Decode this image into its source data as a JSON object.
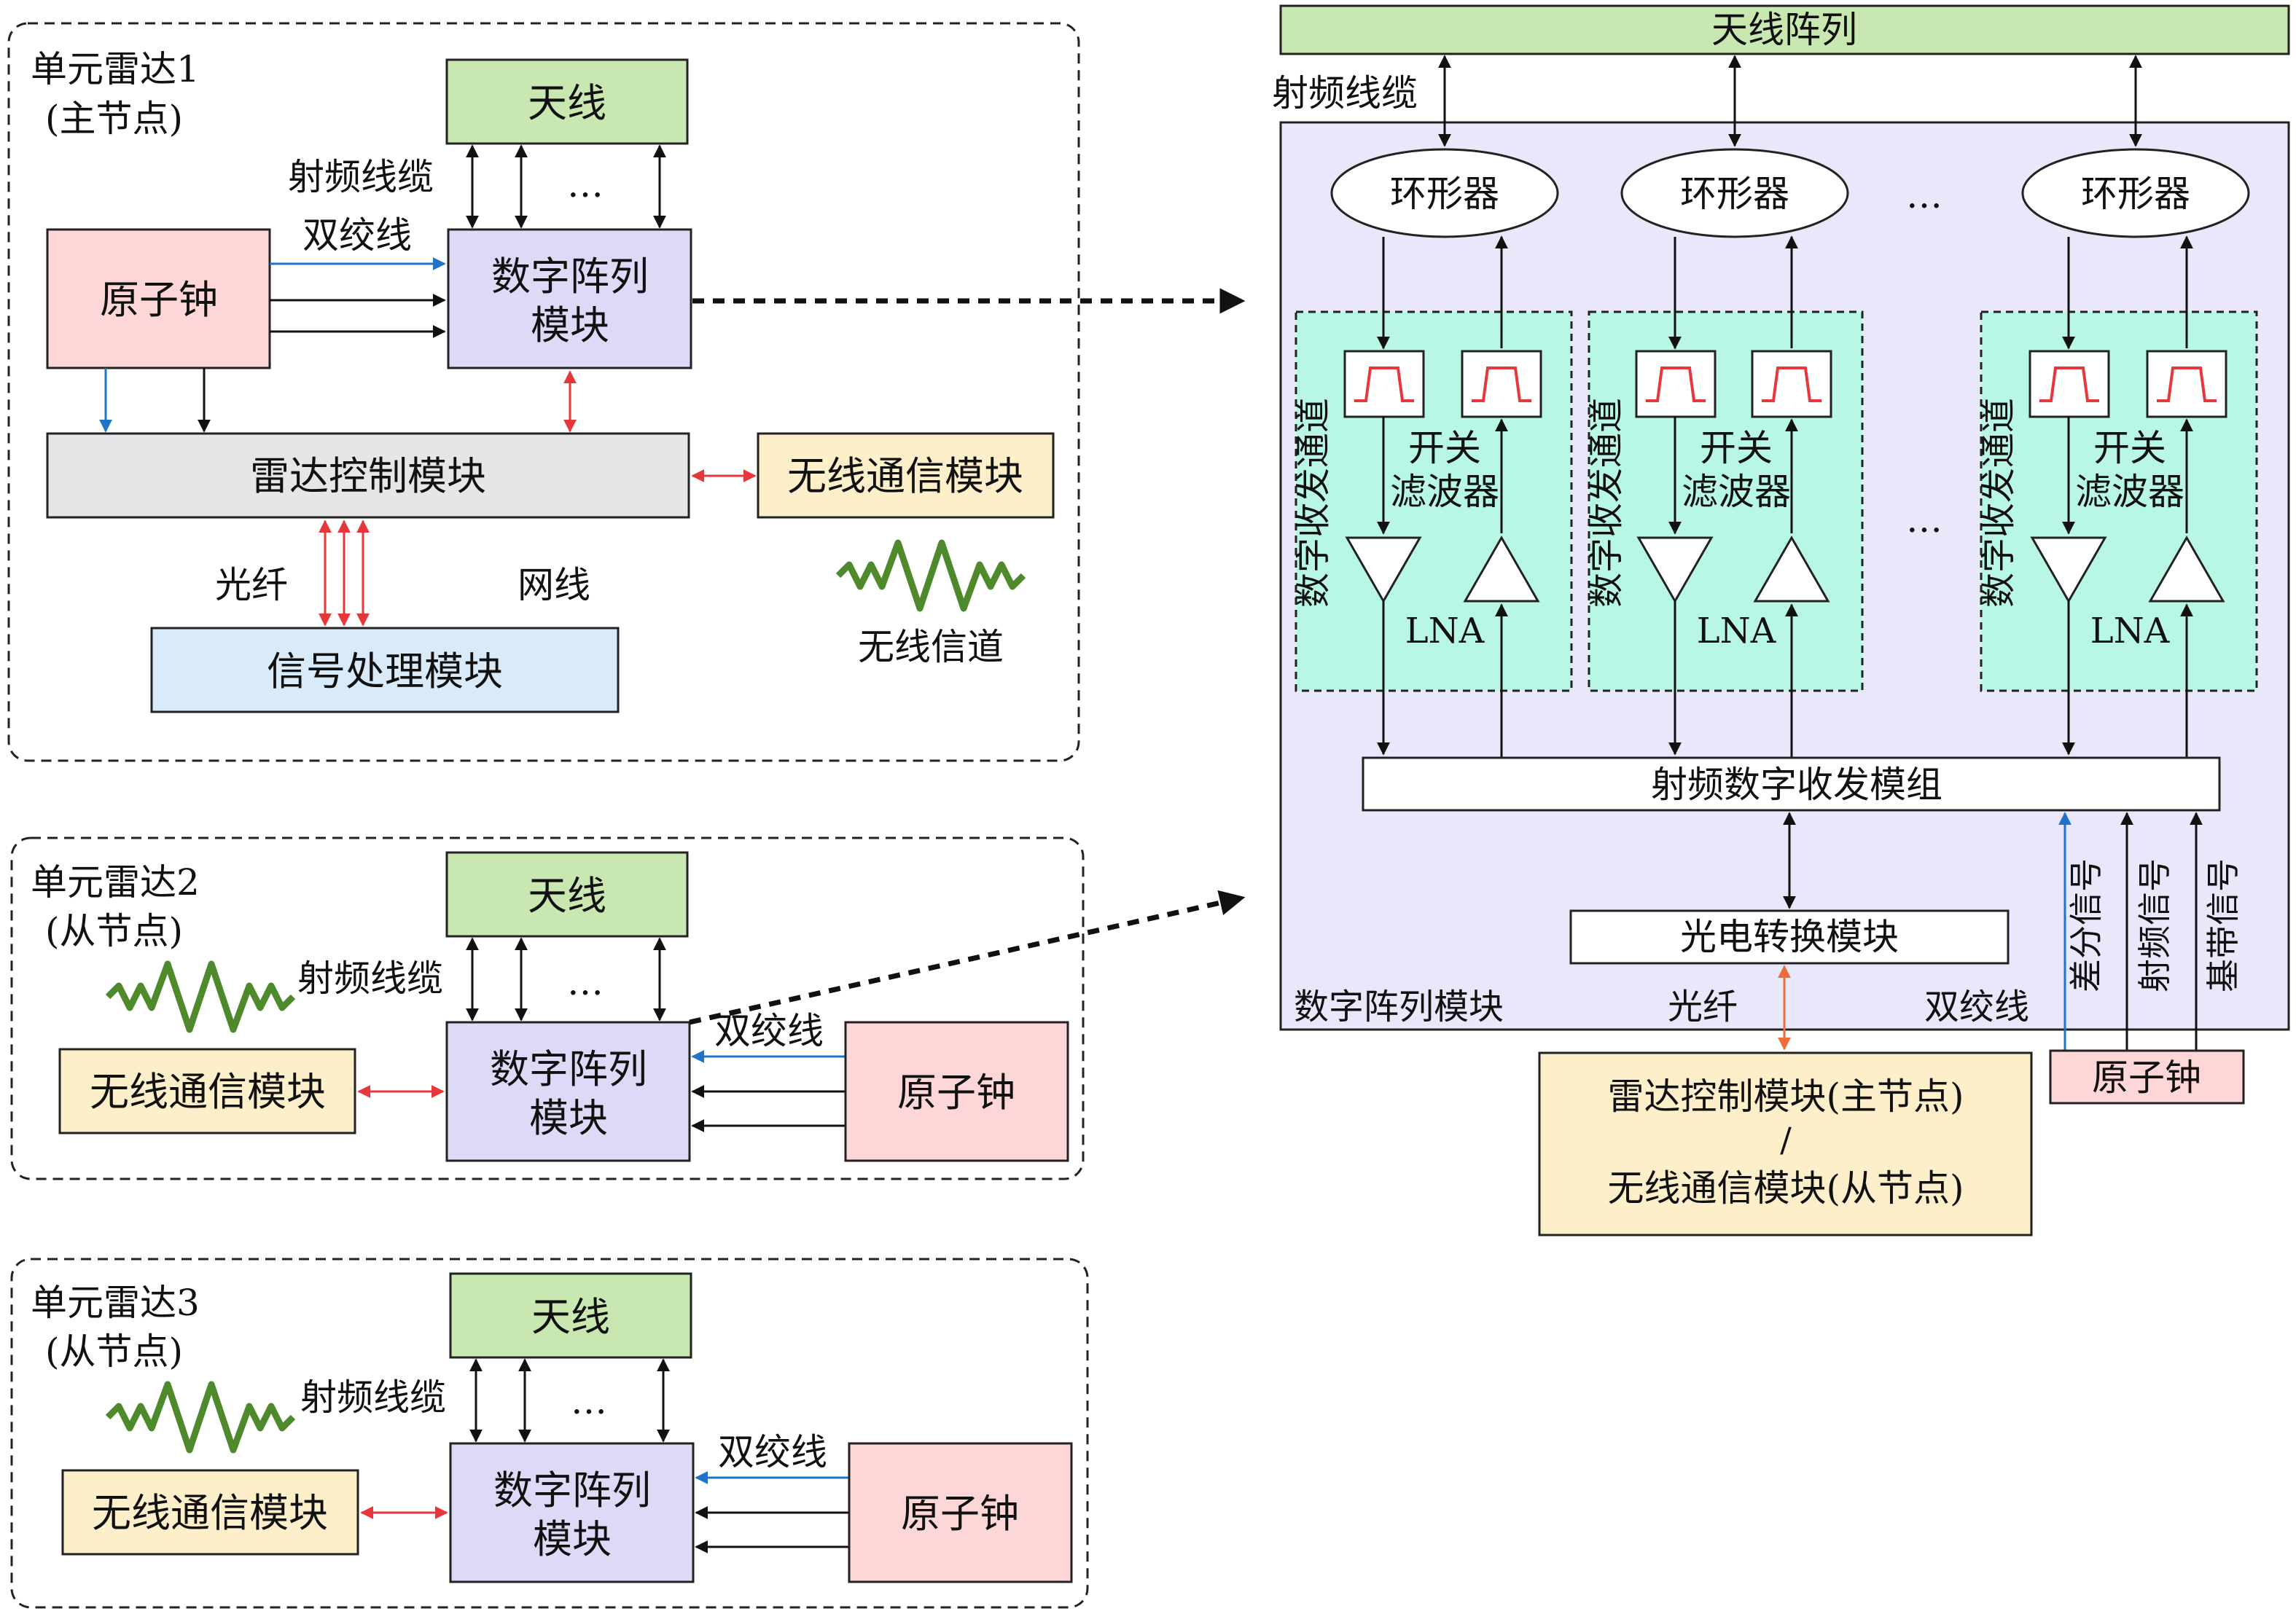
{
  "colors": {
    "antenna": "#c9e7b0",
    "clock": "#fdd7d7",
    "digital": "#dcdaf6",
    "control": "#e6e6e8",
    "wireless": "#fcefc9",
    "signal": "#d9ebf9",
    "array_bg": "#e9e7fa",
    "channel": "#b8f7e6",
    "blue_line": "#1f74c9",
    "red_line": "#e8373a",
    "green_wave": "#4e8a2c"
  },
  "unit1": {
    "title": "单元雷达1",
    "role": "(主节点)",
    "antenna": "天线",
    "rf_cable": "射频线缆",
    "ellipsis": "…",
    "twisted_pair": "双绞线",
    "clock": "原子钟",
    "digital_line1": "数字阵列",
    "digital_line2": "模块",
    "radar_control": "雷达控制模块",
    "wireless_module": "无线通信模块",
    "fiber": "光纤",
    "network_cable": "网线",
    "signal_processing": "信号处理模块",
    "wireless_channel": "无线信道"
  },
  "unit2": {
    "title": "单元雷达2",
    "role": "(从节点)",
    "antenna": "天线",
    "rf_cable": "射频线缆",
    "ellipsis": "…",
    "wireless_module": "无线通信模块",
    "digital_line1": "数字阵列",
    "digital_line2": "模块",
    "twisted_pair": "双绞线",
    "clock": "原子钟"
  },
  "unit3": {
    "title": "单元雷达3",
    "role": "(从节点)",
    "antenna": "天线",
    "rf_cable": "射频线缆",
    "ellipsis": "…",
    "wireless_module": "无线通信模块",
    "digital_line1": "数字阵列",
    "digital_line2": "模块",
    "twisted_pair": "双绞线",
    "clock": "原子钟"
  },
  "array": {
    "antenna_array": "天线阵列",
    "rf_cable": "射频线缆",
    "circulator": "环形器",
    "ellipsis": "…",
    "channel_label": "数字收发通道",
    "switch_line1": "开关",
    "switch_line2": "滤波器",
    "lna": "LNA",
    "rf_transceiver": "射频数字收发模组",
    "optoelectronic": "光电转换模块",
    "module_label": "数字阵列模块",
    "fiber": "光纤",
    "twisted_pair": "双绞线",
    "diff_signal": "差分信号",
    "rf_signal": "射频信号",
    "baseband_signal": "基带信号",
    "clock": "原子钟",
    "bottom_line1": "雷达控制模块(主节点)",
    "bottom_sep": "/",
    "bottom_line2": "无线通信模块(从节点)"
  }
}
